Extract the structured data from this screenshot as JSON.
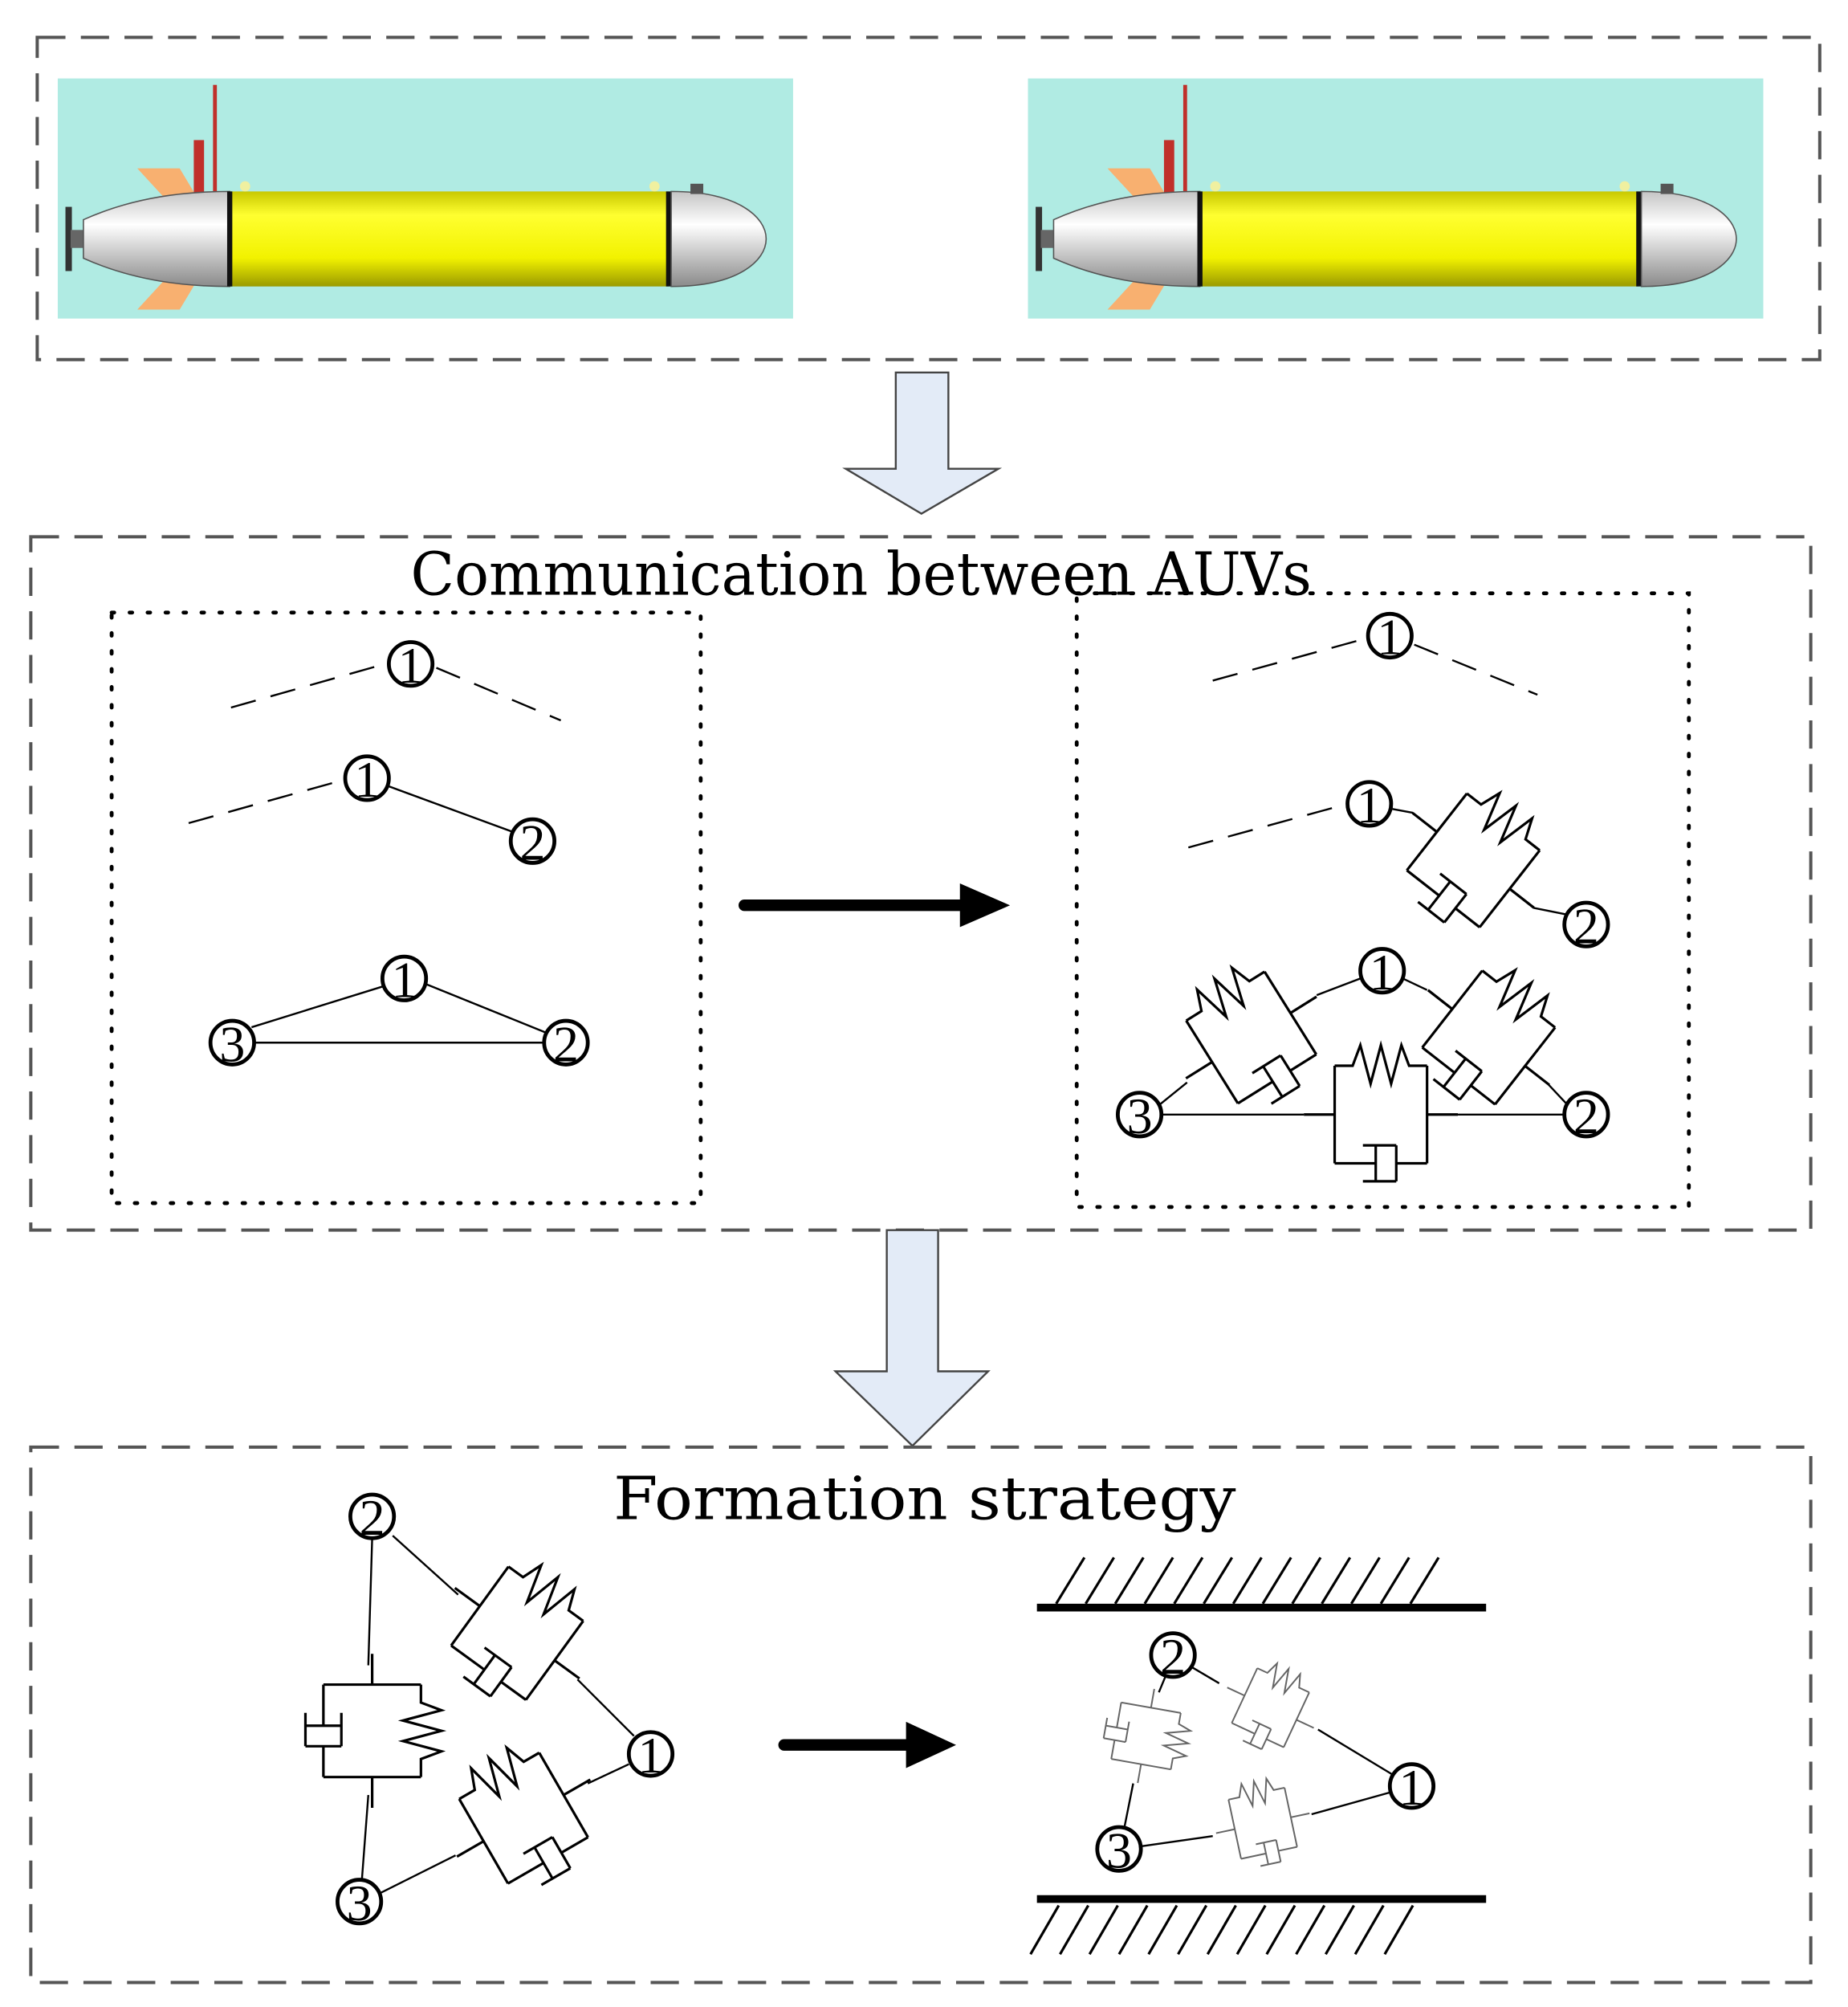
{
  "panels": {
    "communication_title": "Communication between AUVs",
    "formation_title": "Formation strategy"
  },
  "nodes": {
    "n1": "1",
    "n2": "2",
    "n3": "3"
  },
  "colors": {
    "water": "#b0ebe3",
    "hull_yellow": "#f2f200",
    "fin": "#f8b070",
    "mast": "#c0302a",
    "flow_arrow_fill": "#e3ebf7",
    "ink": "#000000"
  },
  "icons": {
    "auv": "auv-icon",
    "spring_damper": "spring-damper-icon",
    "wall": "wall-hatch-icon"
  }
}
